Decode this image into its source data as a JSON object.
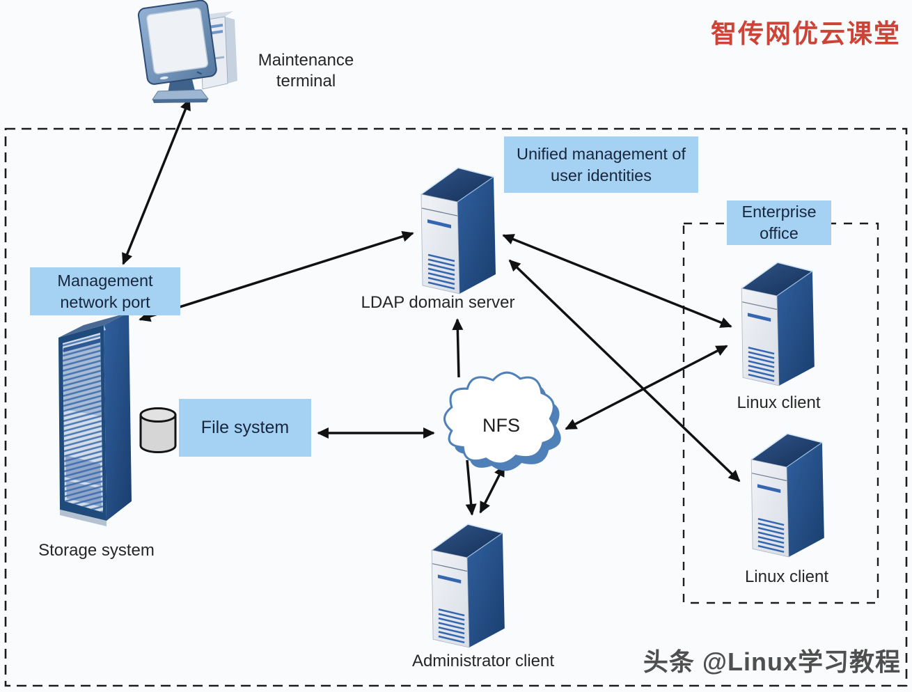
{
  "watermarks": {
    "brand_top": "智传网优云课堂",
    "footer": "头条 @Linux学习教程"
  },
  "nodes": {
    "maintenance_terminal": {
      "label": "Maintenance terminal"
    },
    "storage_system": {
      "label": "Storage system"
    },
    "ldap_server": {
      "label": "LDAP domain server"
    },
    "admin_client": {
      "label": "Administrator client"
    },
    "linux_client_1": {
      "label": "Linux client"
    },
    "linux_client_2": {
      "label": "Linux client"
    },
    "nfs_cloud": {
      "label": "NFS"
    }
  },
  "callouts": {
    "unified_management": "Unified management of user identities",
    "management_network_port": "Management network port",
    "file_system": "File system",
    "enterprise_office": "Enterprise office"
  },
  "colors": {
    "callout_bg": "#a5d1f3",
    "callout_text": "#17263d",
    "arrow": "#111111",
    "dashed_border": "#1c1c1c",
    "brand_red": "#cc4338",
    "footer_gray": "#4f4f4f",
    "cloud_blue": "#4f80b8",
    "server_side_navy": "#1b3f70",
    "server_front_light": "#e6eaf0",
    "vent_blue": "#3567b0",
    "cylinder_gray": "#d6d6d6"
  }
}
